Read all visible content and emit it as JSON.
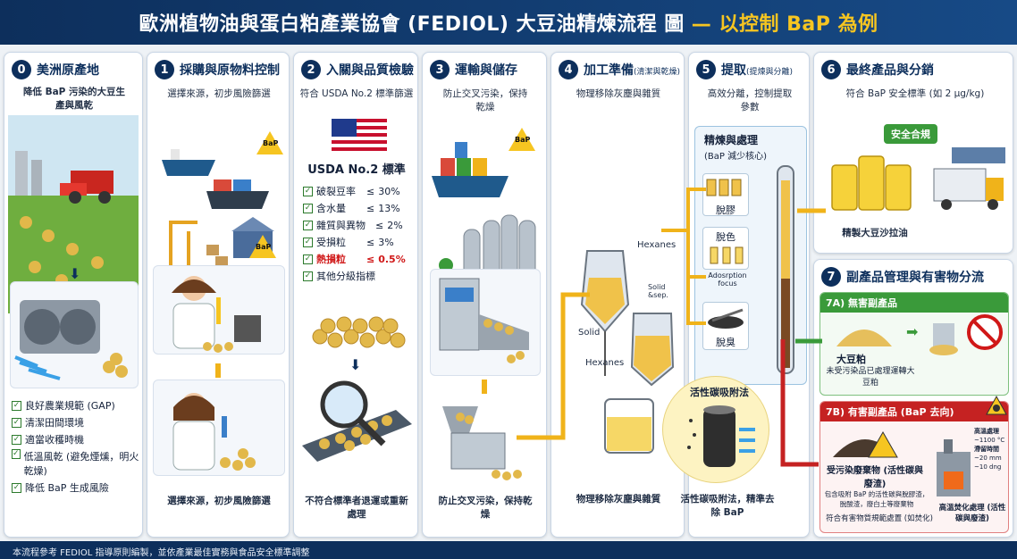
{
  "header": {
    "title": "歐洲植物油與蛋白粕產業協會 (FEDIOL) 大豆油精煉流程 圖",
    "highlight": "— 以控制 BaP 為例"
  },
  "steps": [
    {
      "num": "0",
      "title": "美洲原產地",
      "sub": "降低 BaP 污染的大豆生產與風乾"
    },
    {
      "num": "1",
      "title": "採購與原物料控制",
      "sub": "選擇來源，初步風險篩選"
    },
    {
      "num": "2",
      "title": "入關與品質檢驗",
      "sub": "符合 USDA No.2 標準篩選"
    },
    {
      "num": "3",
      "title": "運輸與儲存",
      "sub": "防止交叉污染，保持乾燥"
    },
    {
      "num": "4",
      "title": "加工準備",
      "title_small": "(清潔與乾燥)",
      "sub": "物理移除灰塵與雜質"
    },
    {
      "num": "5",
      "title": "提取",
      "title_small": "(提煉與分離)",
      "sub": "高效分離，控制提取參數"
    },
    {
      "num": "6",
      "title": "最終產品與分銷",
      "sub": "符合 BaP 安全標準 (如 2 μg/kg)"
    }
  ],
  "step0_checks": [
    "良好農業規範 (GAP)",
    "清潔田間環境",
    "適當收穫時機",
    "低溫風乾 (避免煙燻，明火乾燥)",
    "降低 BaP 生成風險"
  ],
  "step1_bottom": "選擇來源，初步風險篩選",
  "step2": {
    "usda_title": "USDA No.2 標準",
    "criteria": [
      {
        "label": "破裂豆率",
        "op": "≤",
        "value": "30%"
      },
      {
        "label": "含水量",
        "op": "≤",
        "value": "13%"
      },
      {
        "label": "雜質與異物",
        "op": "≤",
        "value": "2%"
      },
      {
        "label": "受損粒",
        "op": "≤",
        "value": "3%"
      },
      {
        "label": "熱損粒",
        "op": "≤",
        "value": "0.5%",
        "highlight": true
      },
      {
        "label": "其他分級指標",
        "op": "",
        "value": ""
      }
    ],
    "bottom": "不符合標準者退運或重新處理"
  },
  "step3_bottom": "防止交叉污染，保持乾燥",
  "step4": {
    "bottom": "物理移除灰塵與雜質",
    "hexanes1": "Hexanes",
    "solid_sep": "Solid &sep.",
    "solid": "Solid",
    "hexanes2": "Hexanes"
  },
  "refining": {
    "title": "精煉與處理",
    "subtitle": "(BaP 減少核心)",
    "stages": [
      "脫膠",
      "脫色",
      "脫臭"
    ],
    "adsorption": "Adosrption focus"
  },
  "carbon": {
    "title": "活性碳吸附法",
    "bottom": "活性碳吸附法，精準去除 BaP"
  },
  "step6": {
    "badge": "安全合規",
    "product": "精製大豆沙拉油"
  },
  "step7": {
    "num": "7",
    "title": "副產品管理與有害物分流",
    "a_title": "7A) 無害副產品",
    "a_item": "大豆粕",
    "a_desc": "未受污染品已處理運轉大豆粕",
    "b_title": "7B) 有害副產品 (BaP 去向)",
    "b_item": "受污染廢棄物 (活性碳與廢渣)",
    "b_desc": "包含吸附 BaP 的活性碳與脫膠渣，脫酸渣，廢白土等廢棄物",
    "b_note": "符合有害物質規範處置 (如焚化)",
    "incin_label": "高溫焚化處理 (活性碳與廢渣)",
    "temp_title": "高溫處理",
    "temp": "~1100 °C",
    "time_title": "滯留時間",
    "time1": "~20 mm",
    "time2": "~10 dng"
  },
  "footer": "本流程參考 FEDIOL 指導原則編製，並依產業最佳實務與食品安全標準調整"
}
